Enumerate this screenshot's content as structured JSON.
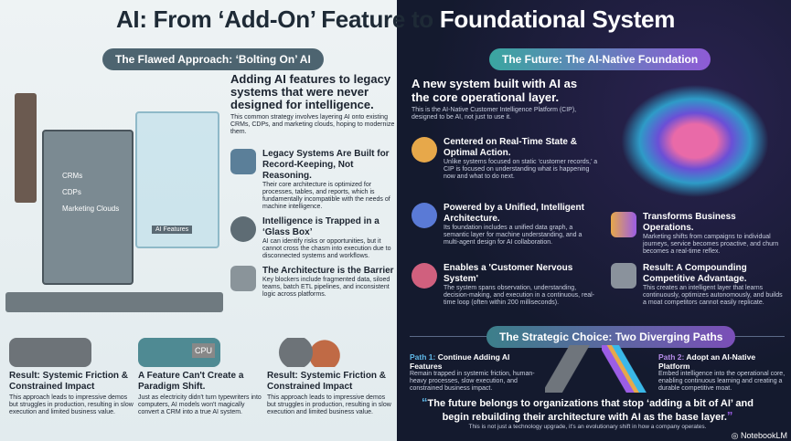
{
  "title_dark": "AI: From ‘Add-On’ Feature to ",
  "title_light": "Foundational System",
  "left": {
    "pill": "The Flawed Approach: ‘Bolting On’ AI",
    "illustration_labels": [
      "CRMs",
      "CDPs",
      "Marketing Clouds",
      "AI Features"
    ],
    "headline": "Adding AI features to legacy systems that were never designed for intelligence.",
    "intro": "This common strategy involves layering AI onto existing CRMs, CDPs, and marketing clouds, hoping to modernize them.",
    "items": [
      {
        "icon": "table-magnifier-icon",
        "title": "Legacy Systems Are Built for Record-Keeping, Not Reasoning.",
        "text": "Their core architecture is optimized for processes, tables, and reports, which is fundamentally incompatible with the needs of machine intelligence."
      },
      {
        "icon": "head-gear-icon",
        "title": "Intelligence is Trapped in a ‘Glass Box’",
        "text": "AI can identify risks or opportunities, but it cannot cross the chasm into execution due to disconnected systems and workflows."
      },
      {
        "icon": "broken-pipe-icon",
        "title": "The Architecture is the Barrier",
        "text": "Key blockers include fragmented data, siloed teams, batch ETL pipelines, and inconsistent logic across platforms."
      }
    ],
    "bottom": [
      {
        "icon": "typewriter-icon",
        "title": "Result: Systemic Friction & Constrained Impact",
        "text": "This approach leads to impressive demos but struggles in production, resulting in slow execution and limited business value."
      },
      {
        "icon": "typewriter-cpu-icon",
        "chip": "CPU",
        "title": "A Feature Can't Create a Paradigm Shift.",
        "text": "Just as electricity didn't turn typewriters into computers, AI models won't magically convert a CRM into a true AI system."
      },
      {
        "icon": "gears-icon",
        "title": "Result: Systemic Friction & Constrained Impact",
        "text": "This approach leads to impressive demos but struggles in production, resulting in slow execution and limited business value."
      }
    ]
  },
  "right": {
    "pill": "The Future: The AI-Native Foundation",
    "headline": "A new system built with AI as the core operational layer.",
    "intro": "This is the AI-Native Customer Intelligence Platform (CIP), designed to be AI, not just to use it.",
    "items": [
      {
        "icon": "stopwatch-icon",
        "title": "Centered on Real-Time State & Optimal Action.",
        "text": "Unlike systems focused on static ‘customer records,’ a CIP is focused on understanding what is happening now and what to do next."
      },
      {
        "icon": "database-network-icon",
        "title": "Powered by a Unified, Intelligent Architecture.",
        "text": "Its foundation includes a unified data graph, a semantic layer for machine understanding, and a multi-agent design for AI collaboration."
      },
      {
        "icon": "rising-chart-icon",
        "title": "Transforms Business Operations.",
        "text": "Marketing shifts from campaigns to individual journeys, service becomes proactive, and churn becomes a real-time reflex."
      },
      {
        "icon": "brain-loop-icon",
        "title": "Enables a 'Customer Nervous System'",
        "text": "The system spans observation, understanding, decision-making, and execution in a continuous, real-time loop (often within 200 milliseconds)."
      },
      {
        "icon": "castle-shield-icon",
        "title": "Result: A Compounding Competitive Advantage.",
        "text": "This creates an intelligent layer that learns continuously, optimizes autonomously, and builds a moat competitors cannot easily replicate."
      }
    ],
    "choice_pill": "The Strategic Choice: Two Diverging Paths",
    "path1_label": "Path 1:",
    "path1_title": "Continue Adding AI Features",
    "path1_text": "Remain trapped in systemic friction, human-heavy processes, slow execution, and constrained business impact.",
    "path2_label": "Path 2:",
    "path2_title": "Adopt an AI-Native Platform",
    "path2_text": "Embed intelligence into the operational core, enabling continuous learning and creating a durable competitive moat.",
    "quote": "The future belongs to organizations that stop ‘adding a bit of AI’ and begin rebuilding their architecture with AI as the base layer.",
    "quote_sub": "This is not just a technology upgrade, it's an evolutionary shift in how a company operates.",
    "brand": "NotebookLM"
  },
  "colors": {
    "accent_purple": "#9b5de5",
    "accent_teal": "#3aa6a0",
    "dark_bg": "#141a2e"
  }
}
